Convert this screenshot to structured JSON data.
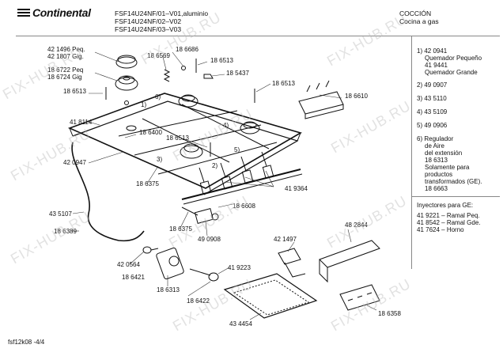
{
  "brand": "Continental",
  "header": {
    "models": [
      "FSF14U24NF/01–V01,aluminio",
      "FSF14U24NF/02–V02",
      "FSF14U24NF/03–V03"
    ],
    "section_title": "COCCIÓN",
    "section_subtitle": "Cocina a gas"
  },
  "callouts": {
    "c421496": "42 1496 Peq.",
    "c421807": "42 1807 Gig.",
    "c186686": "18 6686",
    "c186569": "18 6569",
    "c186513a": "18 6513",
    "c185437": "18 5437",
    "c186722": "18 6722 Peq",
    "c186724": "18 6724 Gig",
    "c186513b": "18 6513",
    "c186513c": "18 6513",
    "c186610": "18 6610",
    "n1": "1)",
    "n6": "6)",
    "n4": "4)",
    "n3": "3)",
    "n2": "2)",
    "n5": "5)",
    "c418114": "41 8114",
    "c186400": "18 6400",
    "c186513d": "18 6513",
    "c420947": "42 0947",
    "c186375a": "18 6375",
    "c419364": "41 9364",
    "c186608": "18 6608",
    "c435107": "43 5107",
    "c186375b": "18 6375",
    "c490908": "49 0908",
    "c421497": "42 1497",
    "c482844": "48 2844",
    "c186389": "18 6389",
    "c420564": "42 0564",
    "c419223": "41 9223",
    "c186421": "18 6421",
    "c186313": "18 6313",
    "c186422": "18 6422",
    "c434454": "43 4454",
    "c186358": "18 6358"
  },
  "legend": {
    "items": [
      "1) 42 0941",
      "Quemador Pequeño",
      "41 9441",
      "Quemador Grande",
      "2) 49 0907",
      "3) 43 5110",
      "4) 43 5109",
      "5) 49 0906",
      "6) Regulador",
      "de Aire",
      "del extensión",
      "18 6313",
      "Solamente para",
      "productos",
      "transformados (GE).",
      "18 6663"
    ],
    "injectors_title": "Inyectores para GE:",
    "injectors": [
      "41 9221 – Ramal Peq.",
      "41 8542 – Ramal Gde.",
      "41 7624 – Horno"
    ]
  },
  "footer": "fsf12k08 -4/4",
  "watermark": "FIX-HUB.RU"
}
